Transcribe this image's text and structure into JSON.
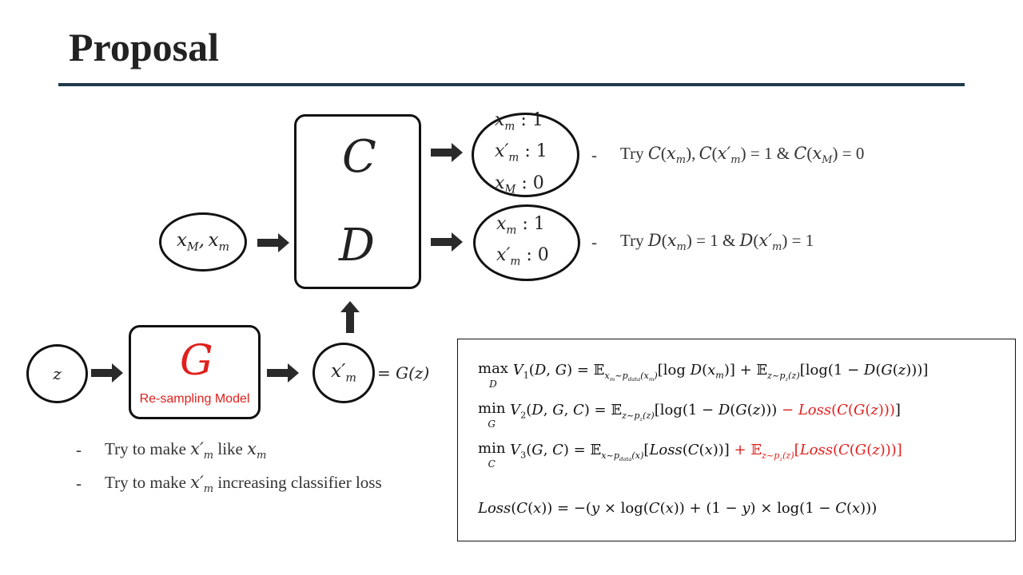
{
  "slide": {
    "title": "Proposal"
  },
  "nodes": {
    "input": "x_M, x_m",
    "c_label": "C",
    "d_label": "D",
    "g_label": "G",
    "g_sublabel": "Re-sampling Model",
    "z": "z",
    "x_prime": "x′_m",
    "g_of_z": "= G(z)"
  },
  "c_outputs": [
    "x_m : 1",
    "x′_m : 1",
    "x_M : 0"
  ],
  "d_outputs": [
    "x_m : 1",
    "x′_m : 0"
  ],
  "notes": {
    "c_try": "Try C(x_m), C(x′_m) = 1 & C(x_M) = 0",
    "d_try": "Try D(x_m) = 1 & D(x′_m) = 1"
  },
  "bullets": [
    "Try to make x′_m like x_m",
    "Try to make x′_m increasing classifier loss"
  ],
  "equations": {
    "v1": "max_D V1(D,G) = E_{x_m~p_data(x_m)}[log D(x_m)] + E_{z~p_z(z)}[log(1 − D(G(z)))]",
    "v2": "min_G V2(D,G,C) = E_{z~p_z(z)}[log(1 − D(G(z))) − Loss(C(G(z)))]",
    "v3": "min_C V3(G,C) = E_{x~p_data(x)}[Loss(C(x))] + E_{z~p_z(z)}[Loss(C(G(z)))]",
    "loss": "Loss(C(x)) = −(y × log(C(x)) + (1 − y) × log(1 − C(x)))"
  },
  "colors": {
    "accent_red": "#e0201c",
    "rule": "#1f3a4a"
  }
}
